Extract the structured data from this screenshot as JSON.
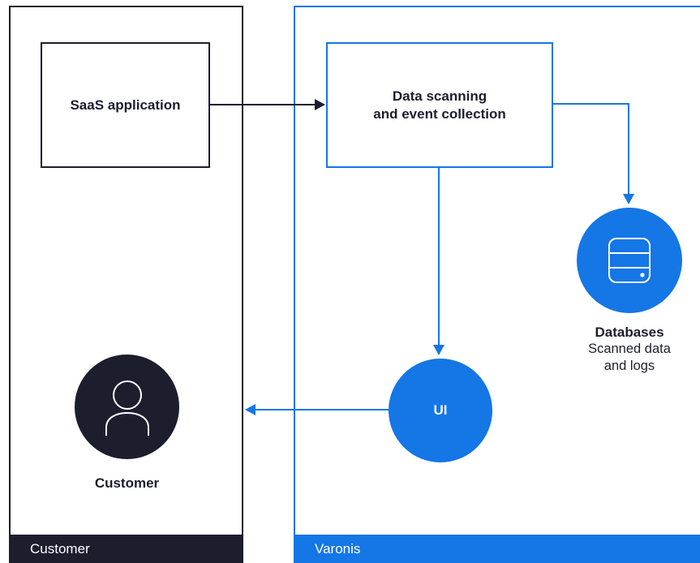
{
  "panels": {
    "customer_label": "Customer",
    "varonis_label": "Varonis"
  },
  "nodes": {
    "saas": "SaaS application",
    "scanning_line1": "Data scanning",
    "scanning_line2": "and event collection",
    "ui": "UI",
    "customer": "Customer",
    "databases_title": "Databases",
    "databases_sub1": "Scanned data",
    "databases_sub2": "and logs"
  },
  "icons": {
    "database": "database-icon",
    "person": "person-icon"
  },
  "colors": {
    "navy": "#1c1e2e",
    "blue": "#1576e6",
    "white": "#ffffff"
  }
}
